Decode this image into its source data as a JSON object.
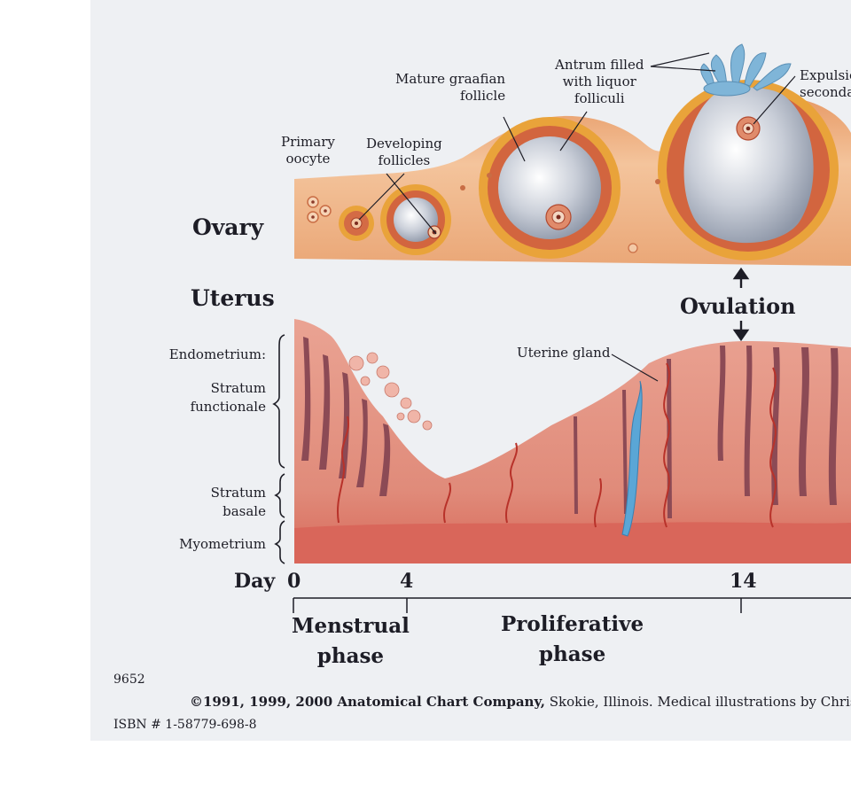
{
  "ovary": {
    "title": "Ovary",
    "labels": {
      "primary_oocyte": [
        "Primary",
        "oocyte"
      ],
      "developing_follicles": [
        "Developing",
        "follicles"
      ],
      "mature_graafian_follicle": [
        "Mature graafian",
        "follicle"
      ],
      "antrum": [
        "Antrum filled",
        "with liquor",
        "folliculi"
      ],
      "expulsion": [
        "Expulsio",
        "seconda"
      ]
    }
  },
  "uterus": {
    "title": "Uterus",
    "ovulation": "Ovulation",
    "uterine_gland": "Uterine gland",
    "layers": {
      "endometrium": "Endometrium:",
      "stratum_functionale": [
        "Stratum",
        "functionale"
      ],
      "stratum_basale": [
        "Stratum",
        "basale"
      ],
      "myometrium": "Myometrium"
    }
  },
  "timeline": {
    "day_label": "Day",
    "days": [
      "0",
      "4",
      "14"
    ],
    "phases": {
      "menstrual": [
        "Menstrual",
        "phase"
      ],
      "proliferative": [
        "Proliferative",
        "phase"
      ]
    }
  },
  "footer": {
    "catalog_number": "9652",
    "copyright_bold": "©1991, 1999, 2000 Anatomical Chart Company,",
    "copyright_rest": " Skokie, Illinois. Medical illustrations by Christine",
    "isbn": "ISBN # 1-58779-698-8"
  },
  "colors": {
    "chart_background": "#eef0f3",
    "ovary_tissue": "#f2b98c",
    "follicle_ring": "#e9a33a",
    "endometrium": "#e69a8a",
    "myometrium": "#d9665a",
    "gland": "#8c4a55",
    "vessel": "#b8322a",
    "uterine_gland_highlight": "#5aa6d6",
    "text": "#1d1d26"
  }
}
